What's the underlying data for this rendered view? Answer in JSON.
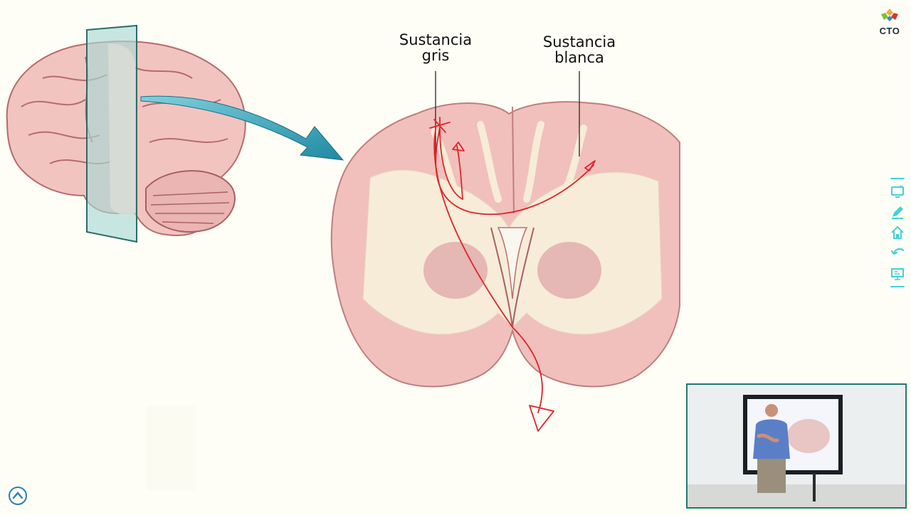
{
  "labels": {
    "gray_matter_line1": "Sustancia",
    "gray_matter_line2": "gris",
    "white_matter_line1": "Sustancia",
    "white_matter_line2": "blanca"
  },
  "logo": {
    "text": "CTO"
  },
  "icons": {
    "toolbar": [
      "screen-icon",
      "pencil-icon",
      "home-icon",
      "undo-icon",
      "presentation-icon"
    ],
    "scroll": "chevron-up-icon"
  },
  "colors": {
    "brain_tissue": "#f0c0bc",
    "white_matter": "#f6eedc",
    "annotation_ink": "#e0242a",
    "arrow": "#2a9db4",
    "toolbar": "#43d1d6",
    "video_border": "#1f7a6b"
  }
}
